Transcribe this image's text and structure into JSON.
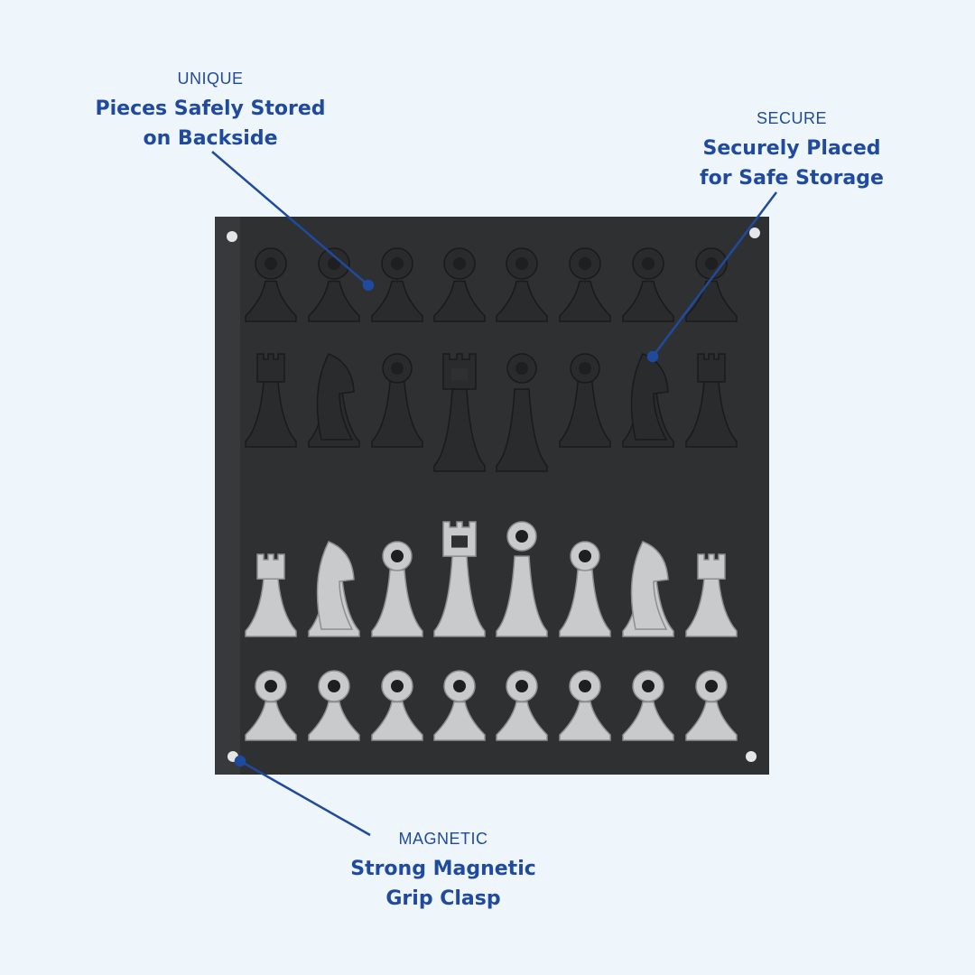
{
  "callouts": [
    {
      "kicker": "UNIQUE",
      "title_line1": "Pieces Safely Stored",
      "title_line2": "on Backside"
    },
    {
      "kicker": "SECURE",
      "title_line1": "Securely Placed",
      "title_line2": "for Safe Storage"
    },
    {
      "kicker": "MAGNETIC",
      "title_line1": "Strong Magnetic",
      "title_line2": "Grip Clasp"
    }
  ],
  "board": {
    "color": "#2f3032",
    "back_rank": [
      "rook",
      "knight",
      "bishop",
      "queen",
      "king",
      "bishop",
      "knight",
      "rook"
    ],
    "pawn_count": 8
  },
  "colors": {
    "accent": "#1f4a9e",
    "background": "#eef6fc",
    "silver": "#c9cacb"
  }
}
